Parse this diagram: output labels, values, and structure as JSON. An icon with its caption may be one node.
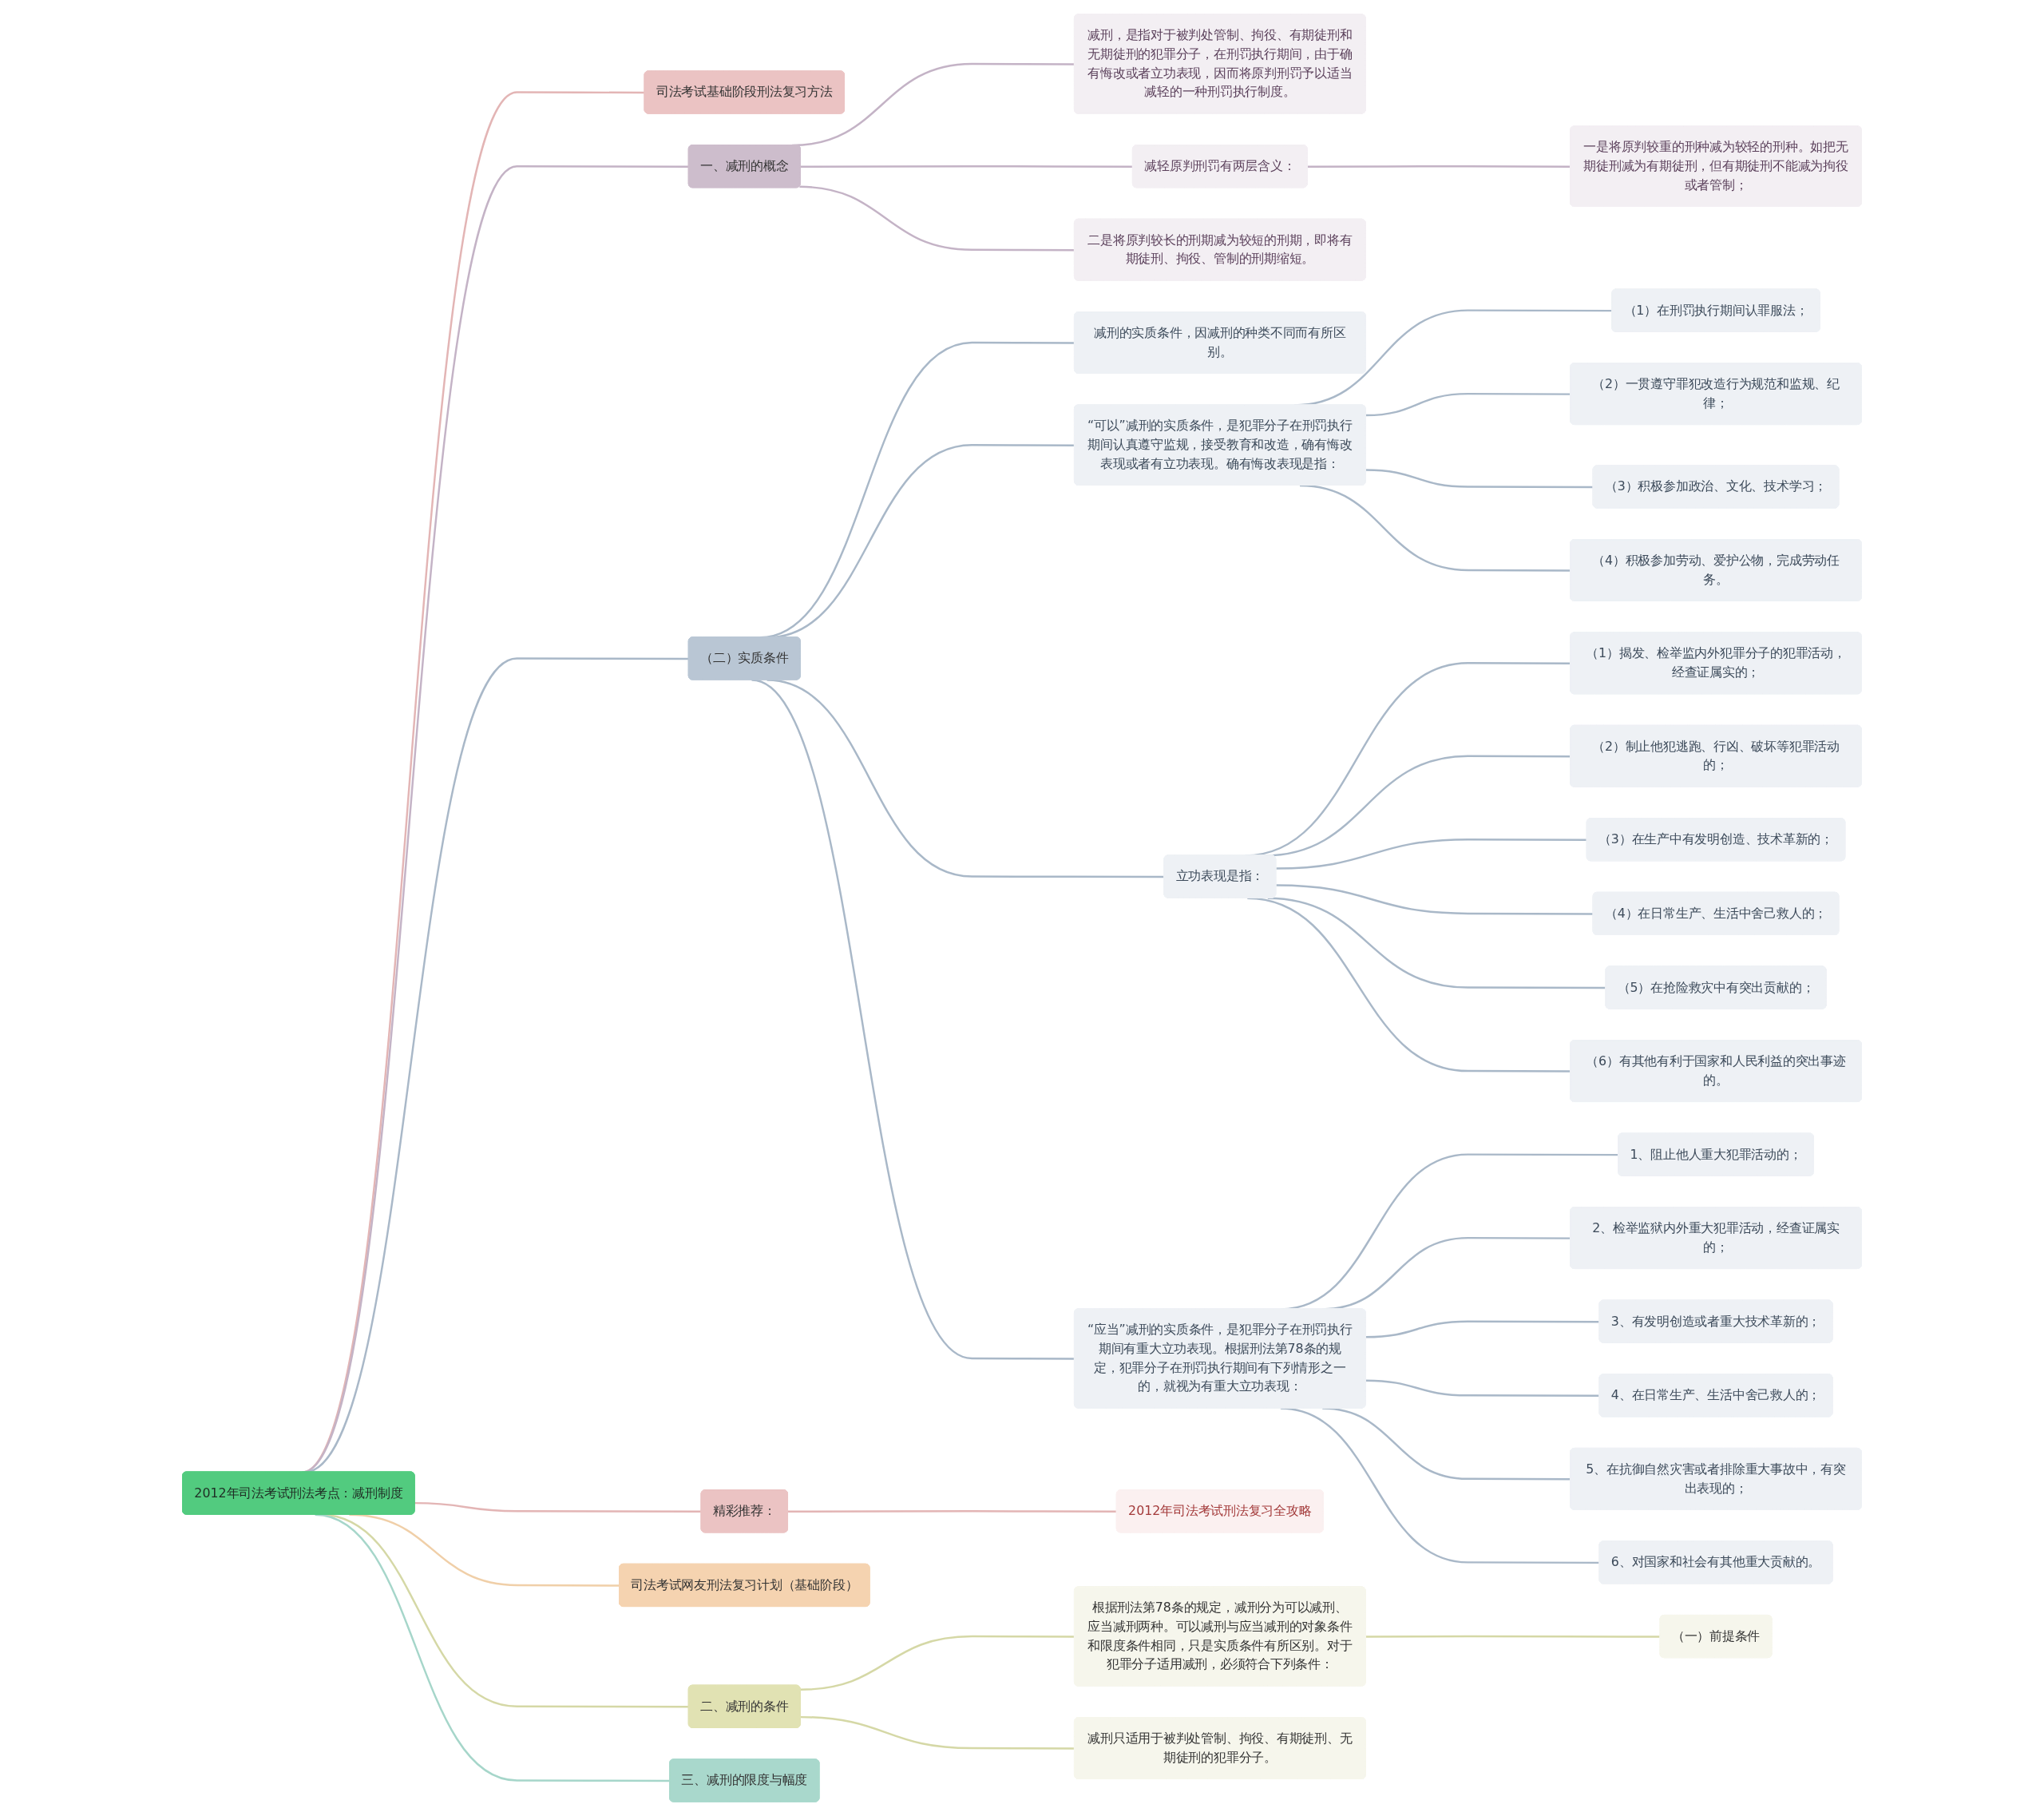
{
  "diagram": {
    "nodes": [
      {
        "text": [
          "2012年司法考试刑法考点：减刑制度"
        ]
      },
      {
        "text": [
          "司法考试基础阶段刑法复习方法"
        ]
      },
      {
        "text": [
          "一、减刑的概念"
        ]
      },
      {
        "text": [
          "减刑，是指对于被判处管制、拘役、有期徒刑和无期徒刑的犯罪分子，在刑罚执行期间，由于确有悔改或者立功表现，因而将原判刑罚予以适当减轻的一种刑罚执行制度。"
        ]
      },
      {
        "text": [
          "减轻原判刑罚有两层含义："
        ]
      },
      {
        "text": [
          "一是将原判较重的刑种减为较轻的刑种。如把无期徒刑减为有期徒刑，但有期徒刑不能减为拘役或者管制；"
        ]
      },
      {
        "text": [
          "二是将原判较长的刑期减为较短的刑期，即将有期徒刑、拘役、管制的刑期缩短。"
        ]
      },
      {
        "text": [
          "（二）实质条件"
        ]
      },
      {
        "text": [
          "减刑的实质条件，因减刑的种类不同而有所区别。"
        ]
      },
      {
        "text": [
          "“可以”减刑的实质条件，是犯罪分子在刑罚执行期间认真遵守监规，接受教育和改造，确有悔改表现或者有立功表现。确有悔改表现是指："
        ]
      },
      {
        "text": [
          "（1）在刑罚执行期间认罪服法；"
        ]
      },
      {
        "text": [
          "（2）一贯遵守罪犯改造行为规范和监规、纪律；"
        ]
      },
      {
        "text": [
          "（3）积极参加政治、文化、技术学习；"
        ]
      },
      {
        "text": [
          "（4）积极参加劳动、爱护公物，完成劳动任务。"
        ]
      },
      {
        "text": [
          "立功表现是指："
        ]
      },
      {
        "text": [
          "（1）揭发、检举监内外犯罪分子的犯罪活动，经查证属实的；"
        ]
      },
      {
        "text": [
          "（2）制止他犯逃跑、行凶、破坏等犯罪活动的；"
        ]
      },
      {
        "text": [
          "（3）在生产中有发明创造、技术革新的；"
        ]
      },
      {
        "text": [
          "（4）在日常生产、生活中舍己救人的；"
        ]
      },
      {
        "text": [
          "（5）在抢险救灾中有突出贡献的；"
        ]
      },
      {
        "text": [
          "（6）有其他有利于国家和人民利益的突出事迹的。"
        ]
      },
      {
        "text": [
          "“应当”减刑的实质条件，是犯罪分子在刑罚执行期间有重大立功表现。根据刑法第78条的规定，犯罪分子在刑罚执行期间有下列情形之一的，就视为有重大立功表现："
        ]
      },
      {
        "text": [
          "1、阻止他人重大犯罪活动的；"
        ]
      },
      {
        "text": [
          "2、检举监狱内外重大犯罪活动，经查证属实的；"
        ]
      },
      {
        "text": [
          "3、有发明创造或者重大技术革新的；"
        ]
      },
      {
        "text": [
          "4、在日常生产、生活中舍己救人的；"
        ]
      },
      {
        "text": [
          "5、在抗御自然灾害或者排除重大事故中，有突出表现的；"
        ]
      },
      {
        "text": [
          "6、对国家和社会有其他重大贡献的。"
        ]
      },
      {
        "text": [
          "精彩推荐："
        ]
      },
      {
        "text": [
          "2012年司法考试刑法复习全攻略"
        ]
      },
      {
        "text": [
          "司法考试网友刑法复习计划（基础阶段）"
        ]
      },
      {
        "text": [
          "二、减刑的条件"
        ]
      },
      {
        "text": [
          "根据刑法第78条的规定，减刑分为可以减刑、应当减刑两种。可以减刑与应当减刑的对象条件和限度条件相同，只是实质条件有所区别。对于犯罪分子适用减刑，必须符合下列条件："
        ]
      },
      {
        "text": [
          "（一）前提条件"
        ]
      },
      {
        "text": [
          "减刑只适用于被判处管制、拘役、有期徒刑、无期徒刑的犯罪分子。"
        ]
      },
      {
        "text": [
          "三、减刑的限度与幅度"
        ]
      }
    ],
    "edges": [
      {
        "from": 0,
        "to": 1,
        "arrow": "none",
        "color": "#e3b5b5"
      },
      {
        "from": 0,
        "to": 2,
        "arrow": "none",
        "color": "#c4b3c6"
      },
      {
        "from": 2,
        "to": 3,
        "arrow": "none",
        "color": "#c4b3c6"
      },
      {
        "from": 2,
        "to": 4,
        "arrow": "none",
        "color": "#c4b3c6"
      },
      {
        "from": 4,
        "to": 5,
        "arrow": "none",
        "color": "#c4b3c6"
      },
      {
        "from": 2,
        "to": 6,
        "arrow": "none",
        "color": "#c4b3c6"
      },
      {
        "from": 0,
        "to": 7,
        "arrow": "none"
      },
      {
        "from": 7,
        "to": 8,
        "arrow": "none"
      },
      {
        "from": 7,
        "to": 9,
        "arrow": "none"
      },
      {
        "from": 9,
        "to": 10,
        "arrow": "none"
      },
      {
        "from": 9,
        "to": 11,
        "arrow": "none"
      },
      {
        "from": 9,
        "to": 12,
        "arrow": "none"
      },
      {
        "from": 9,
        "to": 13,
        "arrow": "none"
      },
      {
        "from": 7,
        "to": 14,
        "arrow": "none"
      },
      {
        "from": 14,
        "to": 15,
        "arrow": "none"
      },
      {
        "from": 14,
        "to": 16,
        "arrow": "none"
      },
      {
        "from": 14,
        "to": 17,
        "arrow": "none"
      },
      {
        "from": 14,
        "to": 18,
        "arrow": "none"
      },
      {
        "from": 14,
        "to": 19,
        "arrow": "none"
      },
      {
        "from": 14,
        "to": 20,
        "arrow": "none"
      },
      {
        "from": 7,
        "to": 21,
        "arrow": "none"
      },
      {
        "from": 21,
        "to": 22,
        "arrow": "none"
      },
      {
        "from": 21,
        "to": 23,
        "arrow": "none"
      },
      {
        "from": 21,
        "to": 24,
        "arrow": "none"
      },
      {
        "from": 21,
        "to": 25,
        "arrow": "none"
      },
      {
        "from": 21,
        "to": 26,
        "arrow": "none"
      },
      {
        "from": 21,
        "to": 27,
        "arrow": "none"
      },
      {
        "from": 0,
        "to": 28,
        "arrow": "none",
        "color": "#e3b5b5"
      },
      {
        "from": 28,
        "to": 29,
        "arrow": "none",
        "color": "#e3b5b5"
      },
      {
        "from": 0,
        "to": 30,
        "arrow": "none",
        "color": "#f0cfa8"
      },
      {
        "from": 0,
        "to": 31,
        "arrow": "none",
        "color": "#d5d8a6"
      },
      {
        "from": 31,
        "to": 32,
        "arrow": "none",
        "color": "#d5d8a6"
      },
      {
        "from": 32,
        "to": 33,
        "arrow": "none",
        "color": "#d5d8a6"
      },
      {
        "from": 31,
        "to": 34,
        "arrow": "none",
        "color": "#d5d8a6"
      },
      {
        "from": 0,
        "to": 35,
        "arrow": "none",
        "color": "#a6d6ca"
      }
    ]
  }
}
